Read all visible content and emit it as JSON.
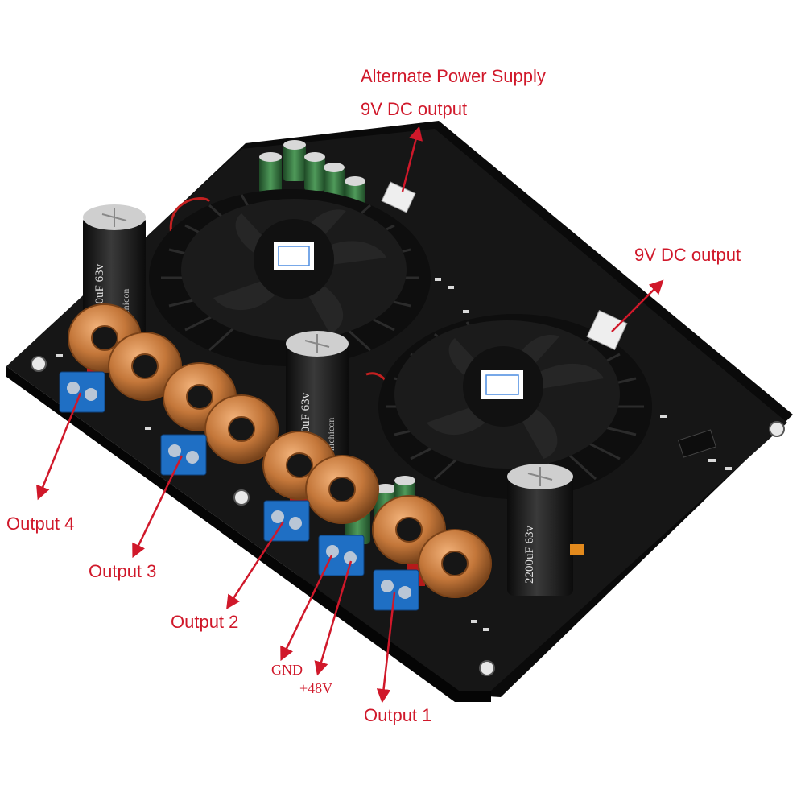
{
  "annotations": {
    "alt_supply_title": "Alternate Power Supply",
    "alt_supply_output": "9V DC output",
    "dc_output_right": "9V DC output",
    "output_4": "Output 4",
    "output_3": "Output 3",
    "output_2": "Output 2",
    "output_1": "Output 1",
    "gnd": "GND",
    "plus_48v": "+48V"
  },
  "components": {
    "capacitor_text": "2200uF 63v",
    "capacitor_brand": "nichicon"
  },
  "colors": {
    "annotation": "#d0182a",
    "board": "#141414",
    "copper": "#c4773a",
    "terminal": "#1f6fc4",
    "heatsink": "#1b1b1b"
  },
  "icons": [
    "fan-icon",
    "heatsink-icon",
    "toroid-inductor-icon",
    "capacitor-icon",
    "terminal-block-icon",
    "arrow-icon"
  ]
}
